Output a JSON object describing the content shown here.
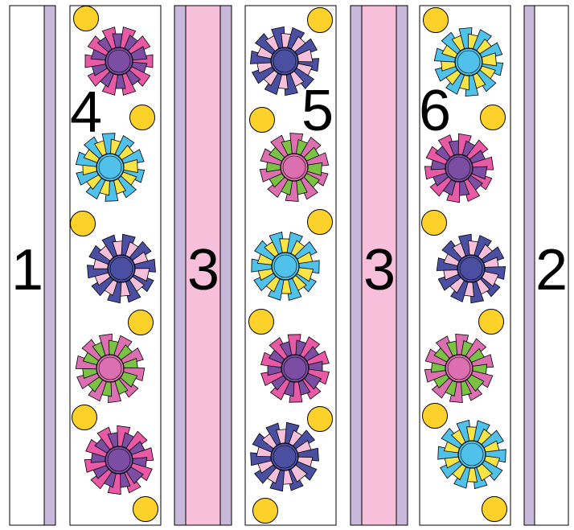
{
  "title": "",
  "colors": {
    "lavender": "#c8b8da",
    "pink": "#f7bfda",
    "gold": "#fcd22a",
    "outline": "#000000",
    "background": "#ffffff"
  },
  "sections": [
    {
      "label": "1",
      "kind": "plain-strip"
    },
    {
      "label": "4",
      "kind": "flower-panel",
      "flowers": [
        "purple",
        "blue",
        "navy",
        "pink-green",
        "purple"
      ]
    },
    {
      "label": "3",
      "kind": "sashing-strip"
    },
    {
      "label": "5",
      "kind": "flower-panel",
      "flowers": [
        "navy",
        "pink-green",
        "blue",
        "purple",
        "navy"
      ]
    },
    {
      "label": "3",
      "kind": "sashing-strip"
    },
    {
      "label": "6",
      "kind": "flower-panel",
      "flowers": [
        "blue",
        "purple",
        "navy",
        "pink-green",
        "blue"
      ]
    },
    {
      "label": "2",
      "kind": "plain-strip"
    }
  ],
  "flower_palettes": {
    "purple": {
      "center": "#7b4ea3",
      "petals": [
        "#e85aa5",
        "#7b4ea3"
      ]
    },
    "blue": {
      "center": "#4fc1ea",
      "petals": [
        "#4fc1ea",
        "#f8e445"
      ]
    },
    "navy": {
      "center": "#4a4fa1",
      "petals": [
        "#4a4fa1",
        "#f7bfda"
      ]
    },
    "pink-green": {
      "center": "#dc6fb0",
      "petals": [
        "#dc6fb0",
        "#7bc144"
      ]
    }
  }
}
